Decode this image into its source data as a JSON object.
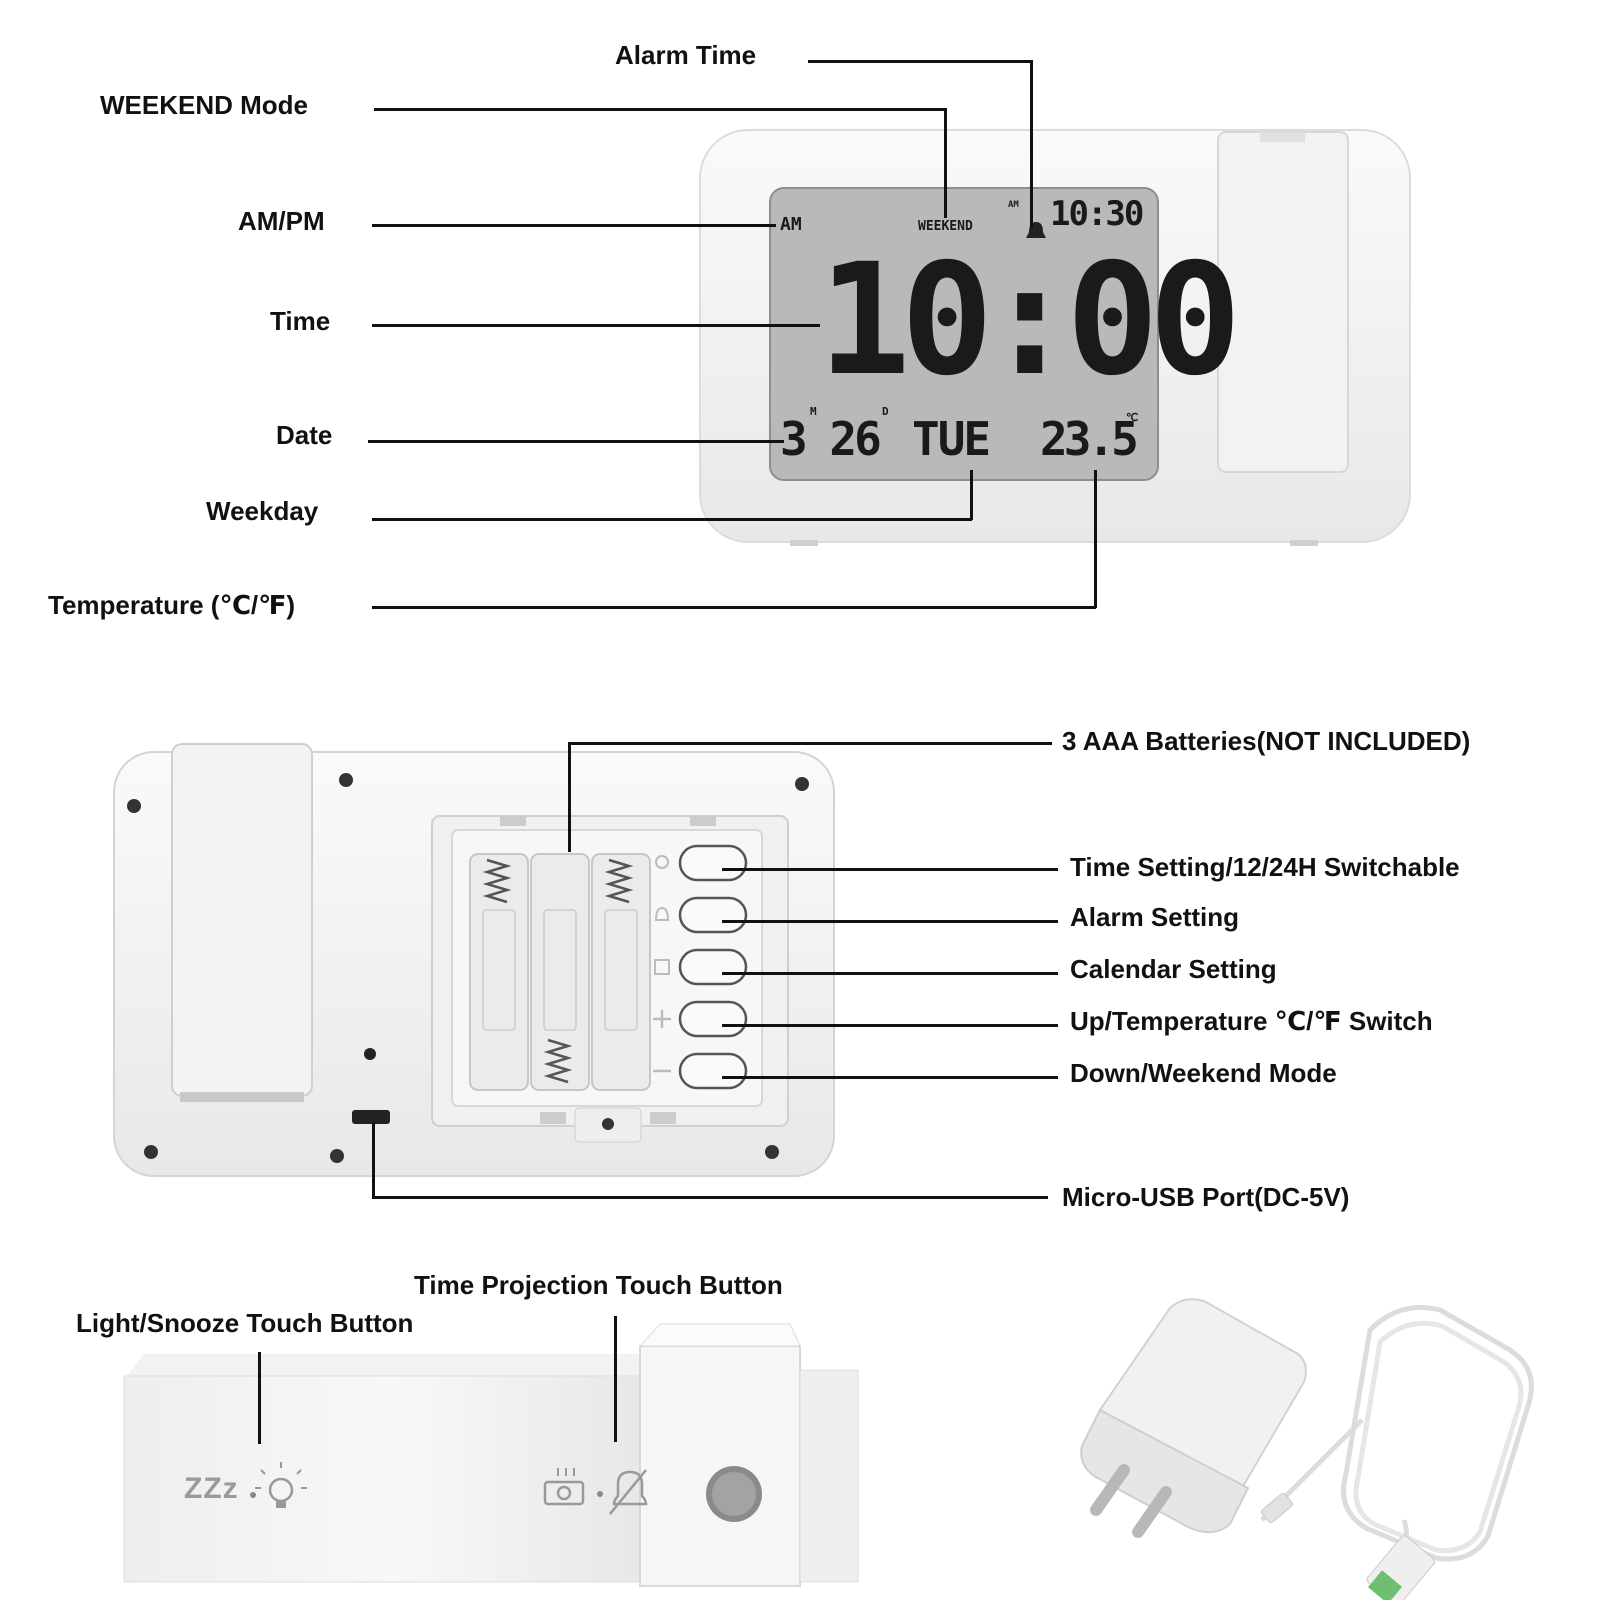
{
  "callouts_top": {
    "alarm_time": "Alarm Time",
    "weekend_mode": "WEEKEND Mode",
    "am_pm": "AM/PM",
    "time": "Time",
    "date": "Date",
    "weekday": "Weekday",
    "temperature": "Temperature (℃/℉)"
  },
  "lcd": {
    "am": "AM",
    "weekend": "WEEKEND",
    "alarm_am": "AM",
    "alarm_time": "10:30",
    "time": "10:00",
    "month_mark": "M",
    "date": "3 26",
    "day_mark": "D",
    "weekday": "TUE",
    "temperature": "23.5",
    "temp_unit": "℃"
  },
  "callouts_back": {
    "batteries": "3 AAA Batteries(NOT INCLUDED)",
    "time_setting": "Time Setting/12/24H Switchable",
    "alarm_setting": "Alarm Setting",
    "calendar_setting": "Calendar Setting",
    "up_temp": "Up/Temperature ℃/℉ Switch",
    "down_weekend": "Down/Weekend Mode",
    "usb_port": "Micro-USB Port(DC-5V)"
  },
  "callouts_side": {
    "projection_button": "Time Projection Touch Button",
    "snooze_button": "Light/Snooze Touch Button",
    "snooze_icon_text": "ZZz"
  },
  "colors": {
    "lcd_bg": "#b9b9b9",
    "body": "#f4f4f4",
    "line": "#111111"
  }
}
